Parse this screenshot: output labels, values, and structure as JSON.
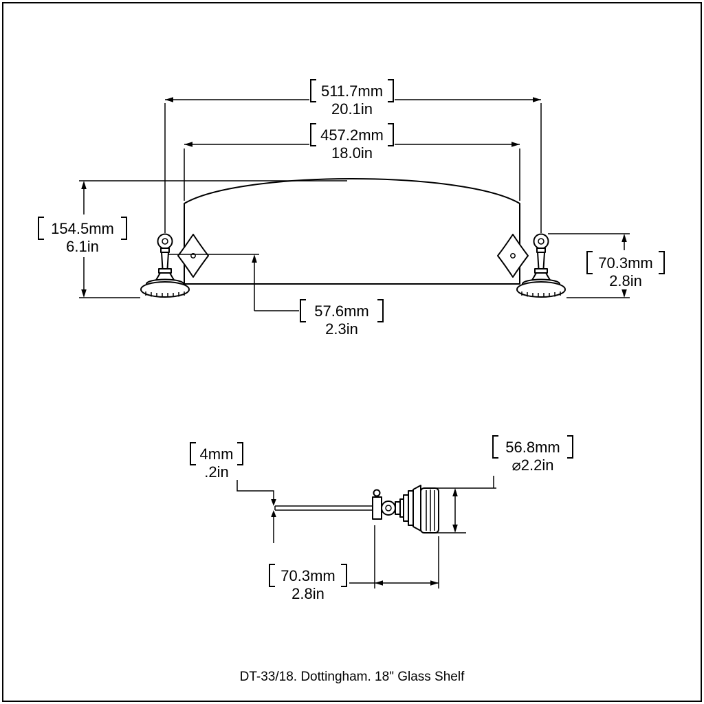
{
  "title": "DT-33/18. Dottingham. 18\" Glass Shelf",
  "front_view": {
    "overall_width_mm": "511.7mm",
    "overall_width_in": "20.1in",
    "glass_width_mm": "457.2mm",
    "glass_width_in": "18.0in",
    "overall_height_mm": "154.5mm",
    "overall_height_in": "6.1in",
    "bracket_height_mm": "70.3mm",
    "bracket_height_in": "2.8in",
    "bracket_drop_mm": "57.6mm",
    "bracket_drop_in": "2.3in"
  },
  "side_view": {
    "glass_thickness_mm": "4mm",
    "glass_thickness_in": ".2in",
    "flange_diameter_mm": "56.8mm",
    "flange_diameter_in": "⌀2.2in",
    "projection_mm": "70.3mm",
    "projection_in": "2.8in"
  }
}
